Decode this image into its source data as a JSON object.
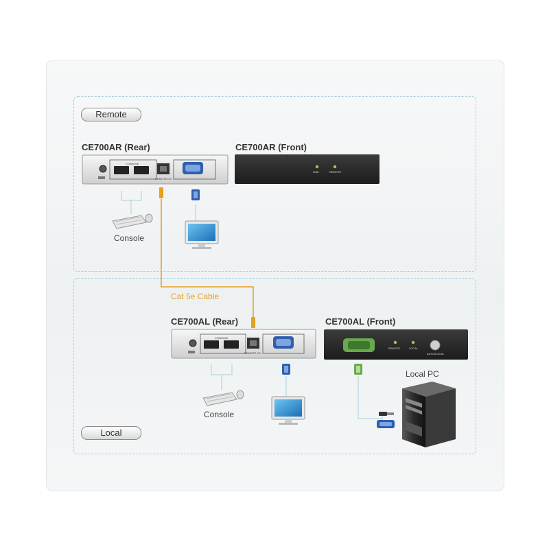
{
  "sections": {
    "remote": {
      "badge": "Remote"
    },
    "local": {
      "badge": "Local"
    }
  },
  "remote": {
    "rear_title": "CE700AR (Rear)",
    "front_title": "CE700AR (Front)",
    "console_label": "Console",
    "port_console": "CONSOLE",
    "port_remote": "REMOTE I/O",
    "led_link": "LINK",
    "led_remote": "REMOTE"
  },
  "local": {
    "rear_title": "CE700AL (Rear)",
    "front_title": "CE700AL (Front)",
    "console_label": "Console",
    "pc_label": "Local PC",
    "port_console": "CONSOLE",
    "port_remote": "REMOTE I/O",
    "led_remote": "REMOTE",
    "led_local": "LOCAL",
    "button_label": "AUTO/LOCAL"
  },
  "cable": {
    "label": "Cat 5e Cable",
    "color": "#e8a020"
  },
  "colors": {
    "section_border": "#a8cfdc",
    "device_dark": "#2b2b2b",
    "led": "#8fd14f",
    "vga_blue": "#2f5fae"
  }
}
